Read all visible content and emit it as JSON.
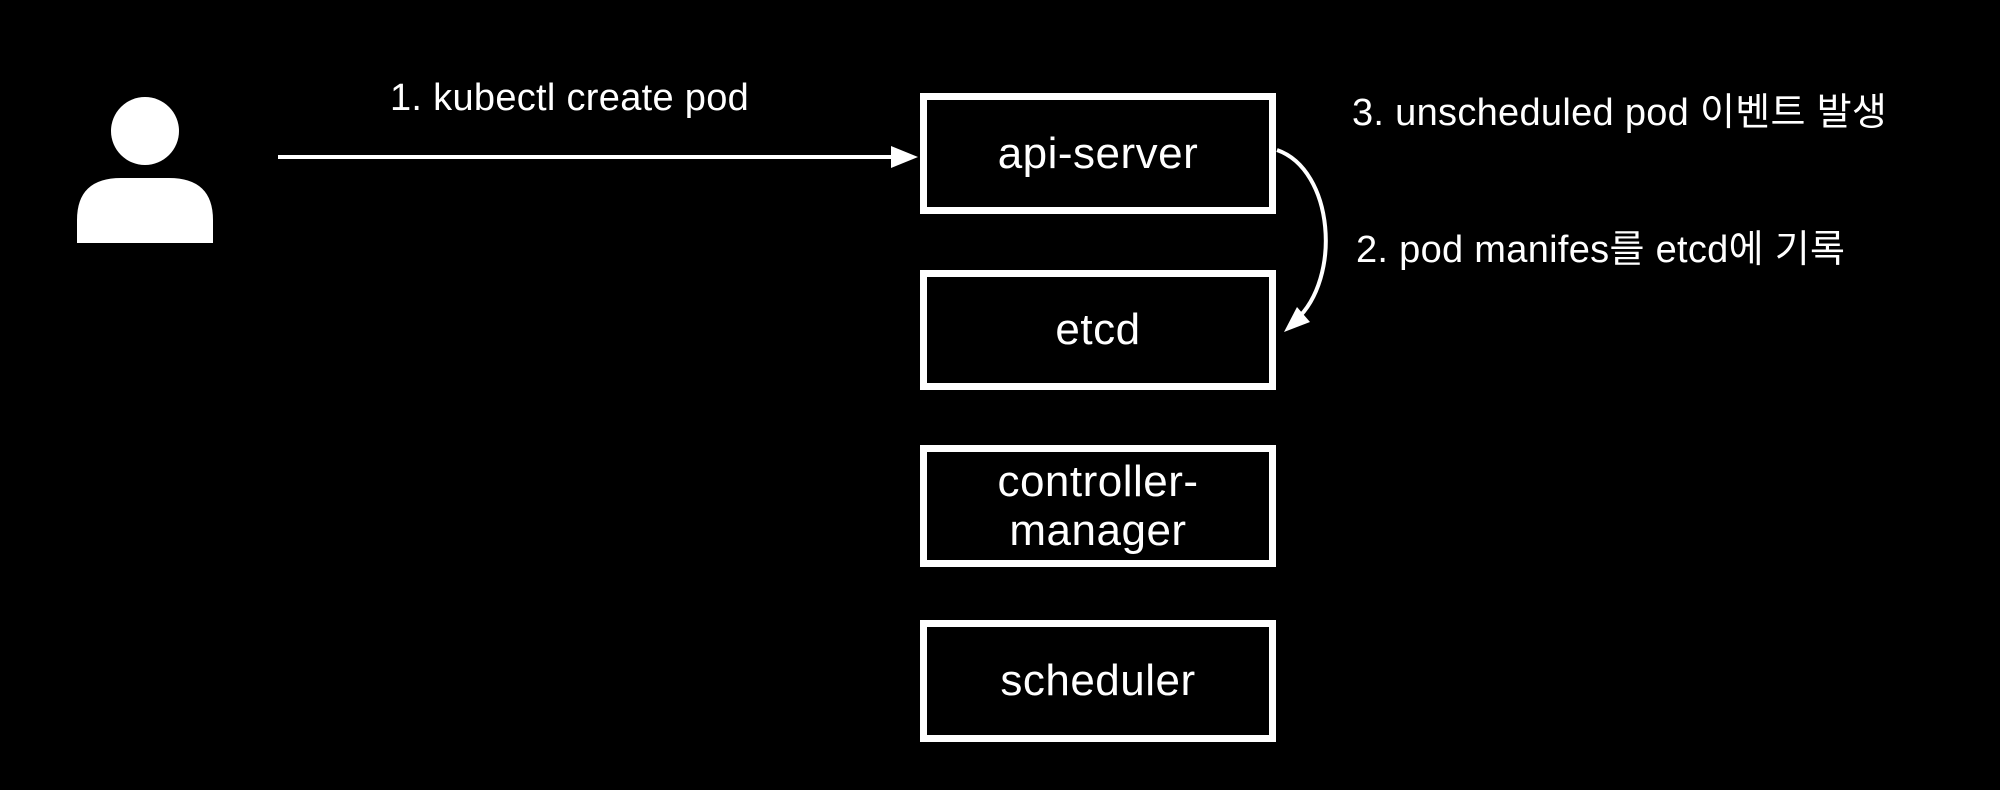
{
  "canvas": {
    "background_color": "#000000",
    "foreground_color": "#ffffff"
  },
  "actor": {
    "id": "user",
    "icon": "person-icon"
  },
  "nodes": [
    {
      "id": "api-server",
      "label": "api-server"
    },
    {
      "id": "etcd",
      "label": "etcd"
    },
    {
      "id": "controller-manager",
      "label": "controller-\nmanager"
    },
    {
      "id": "scheduler",
      "label": "scheduler"
    }
  ],
  "annotations": {
    "step1": "1. kubectl create pod",
    "step2": "2. pod manifes를 etcd에 기록",
    "step3": "3. unscheduled pod 이벤트 발생"
  },
  "edges": [
    {
      "from": "user",
      "to": "api-server",
      "style": "straight-arrow",
      "label": "1. kubectl create pod"
    },
    {
      "from": "api-server",
      "to": "etcd",
      "style": "curved-arrow",
      "label": "2. pod manifes를 etcd에 기록"
    }
  ]
}
